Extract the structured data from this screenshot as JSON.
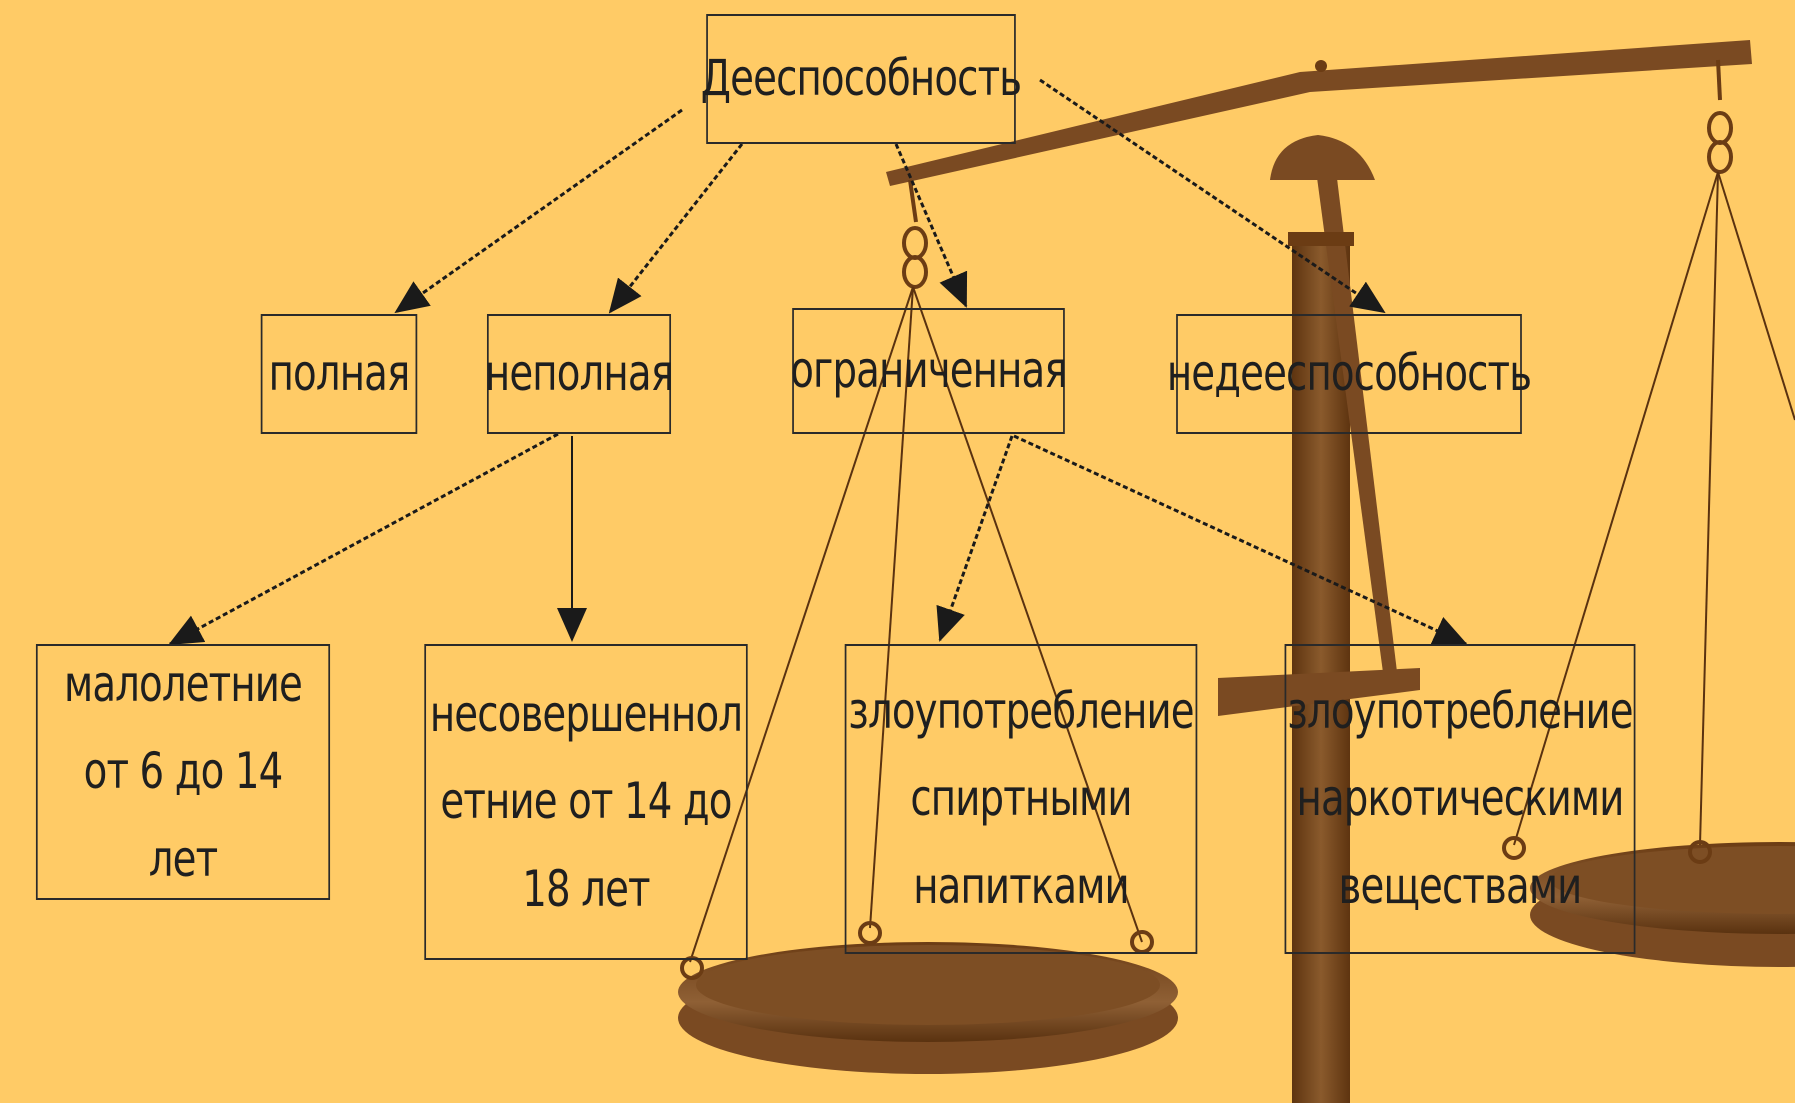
{
  "colors": {
    "background": "#FFCB66",
    "scale_brown": "#7a4a22",
    "scale_dark": "#5a3210",
    "line": "#1a1a1a"
  },
  "diagram": {
    "root": "Дееспособность",
    "level1": {
      "full": "полная",
      "partial": "неполная",
      "limited": "ограниченная",
      "incapacity": "недееспособность"
    },
    "level2": {
      "minors": "малолетние от 6 до 14 лет",
      "underage": "несовершеннолетние от 14 до 18 лет",
      "alcohol": "злоупотребление спиртными напитками",
      "drugs": "злоупотребление наркотическими веществами"
    }
  },
  "background_illustration": "balance-scales-icon"
}
